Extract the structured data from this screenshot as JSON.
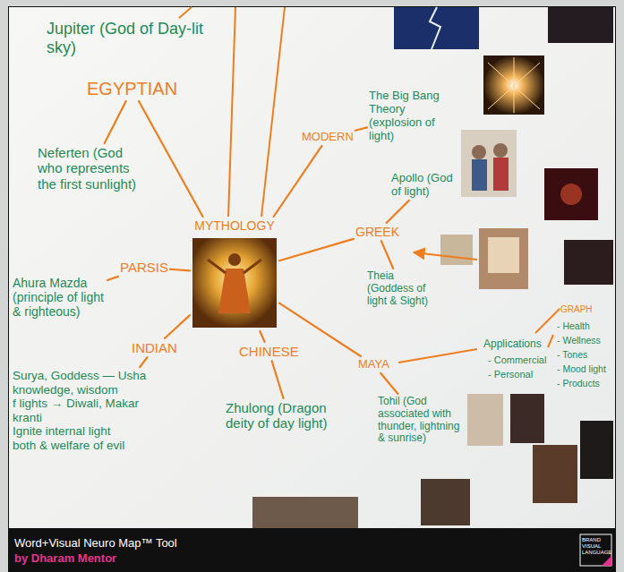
{
  "diagram": {
    "title": "Word+Visual Neuro Map™ Tool",
    "caption": "by Dharam Mentor",
    "nodes": [
      {
        "text": [
          "Jupiter (God of Day-lit sky)"
        ]
      },
      {
        "text": [
          "EGYPTIAN"
        ]
      },
      {
        "text": [
          "Neferten (God who represents the first sunlight)"
        ]
      },
      {
        "text": [
          "MODERN"
        ]
      },
      {
        "text": [
          "The Big Bang Theory (explosion of light)"
        ]
      },
      {
        "text": [
          "MYTHOLOGY"
        ]
      },
      {
        "text": [
          "GREEK"
        ]
      },
      {
        "text": [
          "Apollo (God of light)"
        ]
      },
      {
        "text": [
          "PARSIS"
        ]
      },
      {
        "text": [
          "Ahura Mazda (principle of light & righteous)"
        ]
      },
      {
        "text": [
          "Theia (Goddess of light & Sight)"
        ]
      },
      {
        "text": [
          "INDIAN"
        ]
      },
      {
        "text": [
          "Surya, Goddess — Usha",
          "knowledge, wisdom",
          "f lights → Diwali, Makar",
          "kranti",
          "Ignite internal light",
          "both & welfare of evil"
        ]
      },
      {
        "text": [
          "CHINESE"
        ]
      },
      {
        "text": [
          "Zhulong (Dragon deity of day light)"
        ]
      },
      {
        "text": [
          "MAYA"
        ]
      },
      {
        "text": [
          "Tohil (God associated with thunder, lightning & sunrise)"
        ]
      }
    ],
    "edges": [
      {
        "from": 5,
        "to": 1,
        "arrow": "none"
      },
      {
        "from": 1,
        "to": 2,
        "arrow": "none"
      },
      {
        "from": 5,
        "to": 3,
        "arrow": "none"
      },
      {
        "from": 3,
        "to": 4,
        "arrow": "none"
      },
      {
        "from": 5,
        "to": 6,
        "arrow": "none"
      },
      {
        "from": 6,
        "to": 7,
        "arrow": "none"
      },
      {
        "from": 6,
        "to": 10,
        "arrow": "none"
      },
      {
        "from": 5,
        "to": 8,
        "arrow": "none"
      },
      {
        "from": 8,
        "to": 9,
        "arrow": "none"
      },
      {
        "from": 5,
        "to": 11,
        "arrow": "none"
      },
      {
        "from": 11,
        "to": 12,
        "arrow": "none"
      },
      {
        "from": 5,
        "to": 13,
        "arrow": "none"
      },
      {
        "from": 13,
        "to": 14,
        "arrow": "none"
      },
      {
        "from": 5,
        "to": 15,
        "arrow": "none"
      },
      {
        "from": 15,
        "to": 16,
        "arrow": "none"
      }
    ],
    "labels": [
      "GRAPH",
      "Applications",
      "- Commercial",
      "- Personal",
      "- Health",
      "- Wellness",
      "- Tones",
      "- Mood light",
      "- Products",
      "BRAND VISUAL LANGUAGE"
    ]
  }
}
